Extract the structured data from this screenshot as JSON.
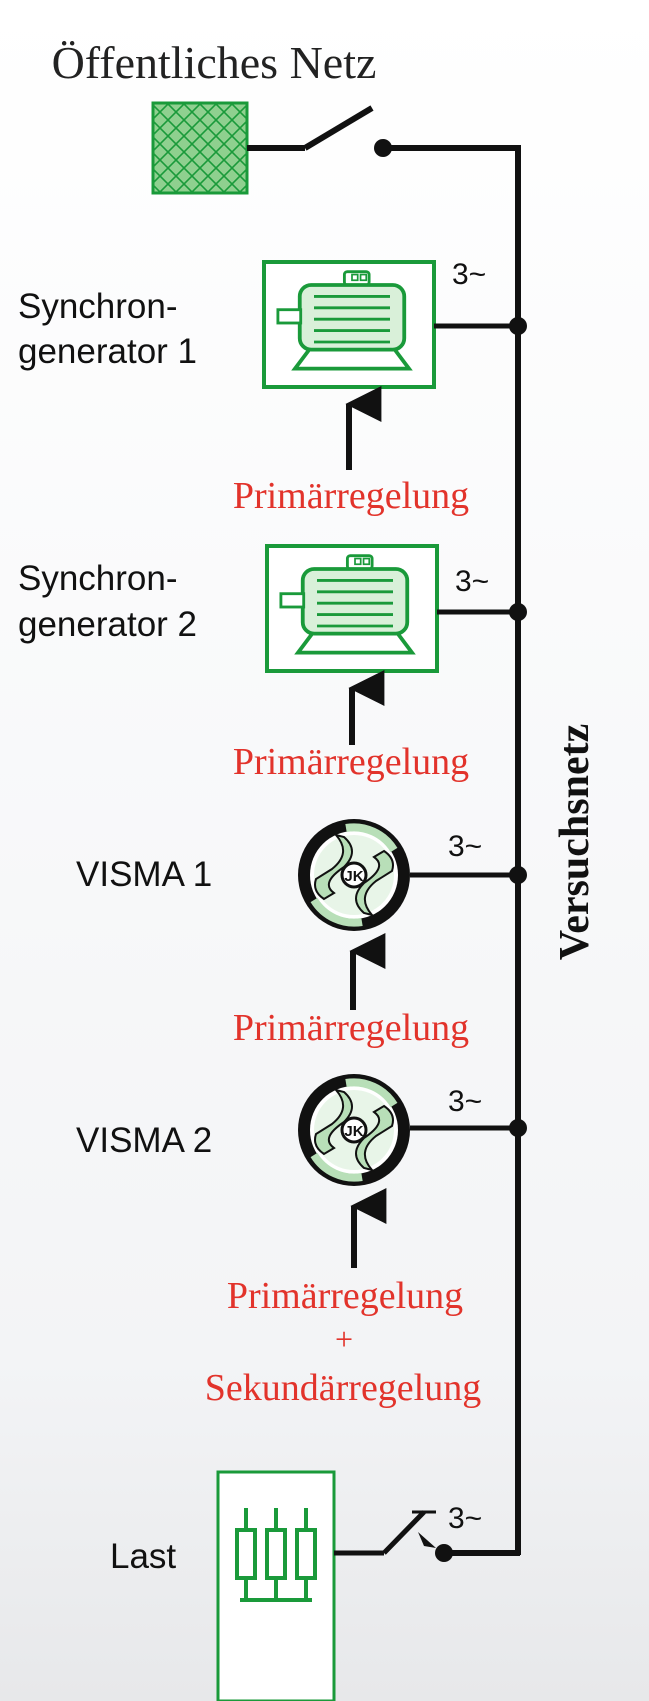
{
  "title": "Öffentliches Netz",
  "bus_label": "Versuchsnetz",
  "phase_label": "3~",
  "colors": {
    "green": "#1a9a3a",
    "light_green": "#b8dfb8",
    "red": "#e2332b",
    "black": "#111111"
  },
  "components": [
    {
      "id": "generator-1",
      "label_line1": "Synchron-",
      "label_line2": "generator 1",
      "control": "Primärregelung",
      "icon": "motor-icon"
    },
    {
      "id": "generator-2",
      "label_line1": "Synchron-",
      "label_line2": "generator 2",
      "control": "Primärregelung",
      "icon": "motor-icon"
    },
    {
      "id": "visma-1",
      "label_line1": "VISMA 1",
      "control": "Primärregelung",
      "icon": "visma-icon"
    },
    {
      "id": "visma-2",
      "label_line1": "VISMA 2",
      "control_line1": "Primärregelung",
      "control_line2": "+",
      "control_line3": "Sekundärregelung",
      "icon": "visma-icon"
    }
  ],
  "load": {
    "label": "Last",
    "icon": "resistor-load-icon"
  }
}
